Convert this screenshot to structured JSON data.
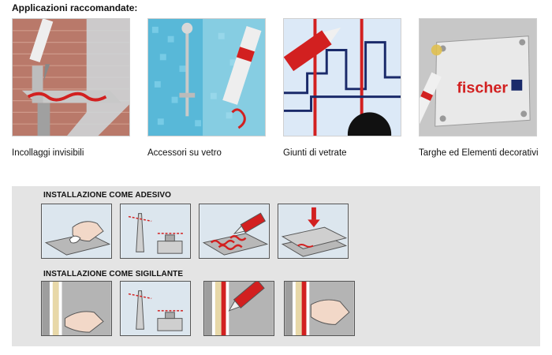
{
  "heading": "Applicazioni raccomandate:",
  "applications": [
    {
      "caption": "Incollaggi invisibili",
      "icon": "hook-glued-to-brick-wall"
    },
    {
      "caption": "Accessori su vetro",
      "icon": "shower-glass-accessory"
    },
    {
      "caption": "Giunti di vetrate",
      "icon": "window-frame-joint"
    },
    {
      "caption": "Targhe ed Elementi decorativi",
      "icon": "decorative-sign-plate"
    }
  ],
  "brand_logo_text": "fischer",
  "adhesive_section": {
    "title": "INSTALLAZIONE COME ADESIVO",
    "steps": [
      "clean-surface-icon",
      "cut-nozzle-icon",
      "apply-adhesive-icon",
      "press-together-icon"
    ]
  },
  "sealant_section": {
    "title": "INSTALLAZIONE COME SIGILLANTE",
    "steps": [
      "insert-backer-rod-icon",
      "cut-nozzle-icon",
      "apply-sealant-icon",
      "smooth-joint-icon"
    ]
  },
  "colors": {
    "accent_red": "#d22020",
    "panel_bg": "#e4e4e4",
    "text": "#111111"
  }
}
